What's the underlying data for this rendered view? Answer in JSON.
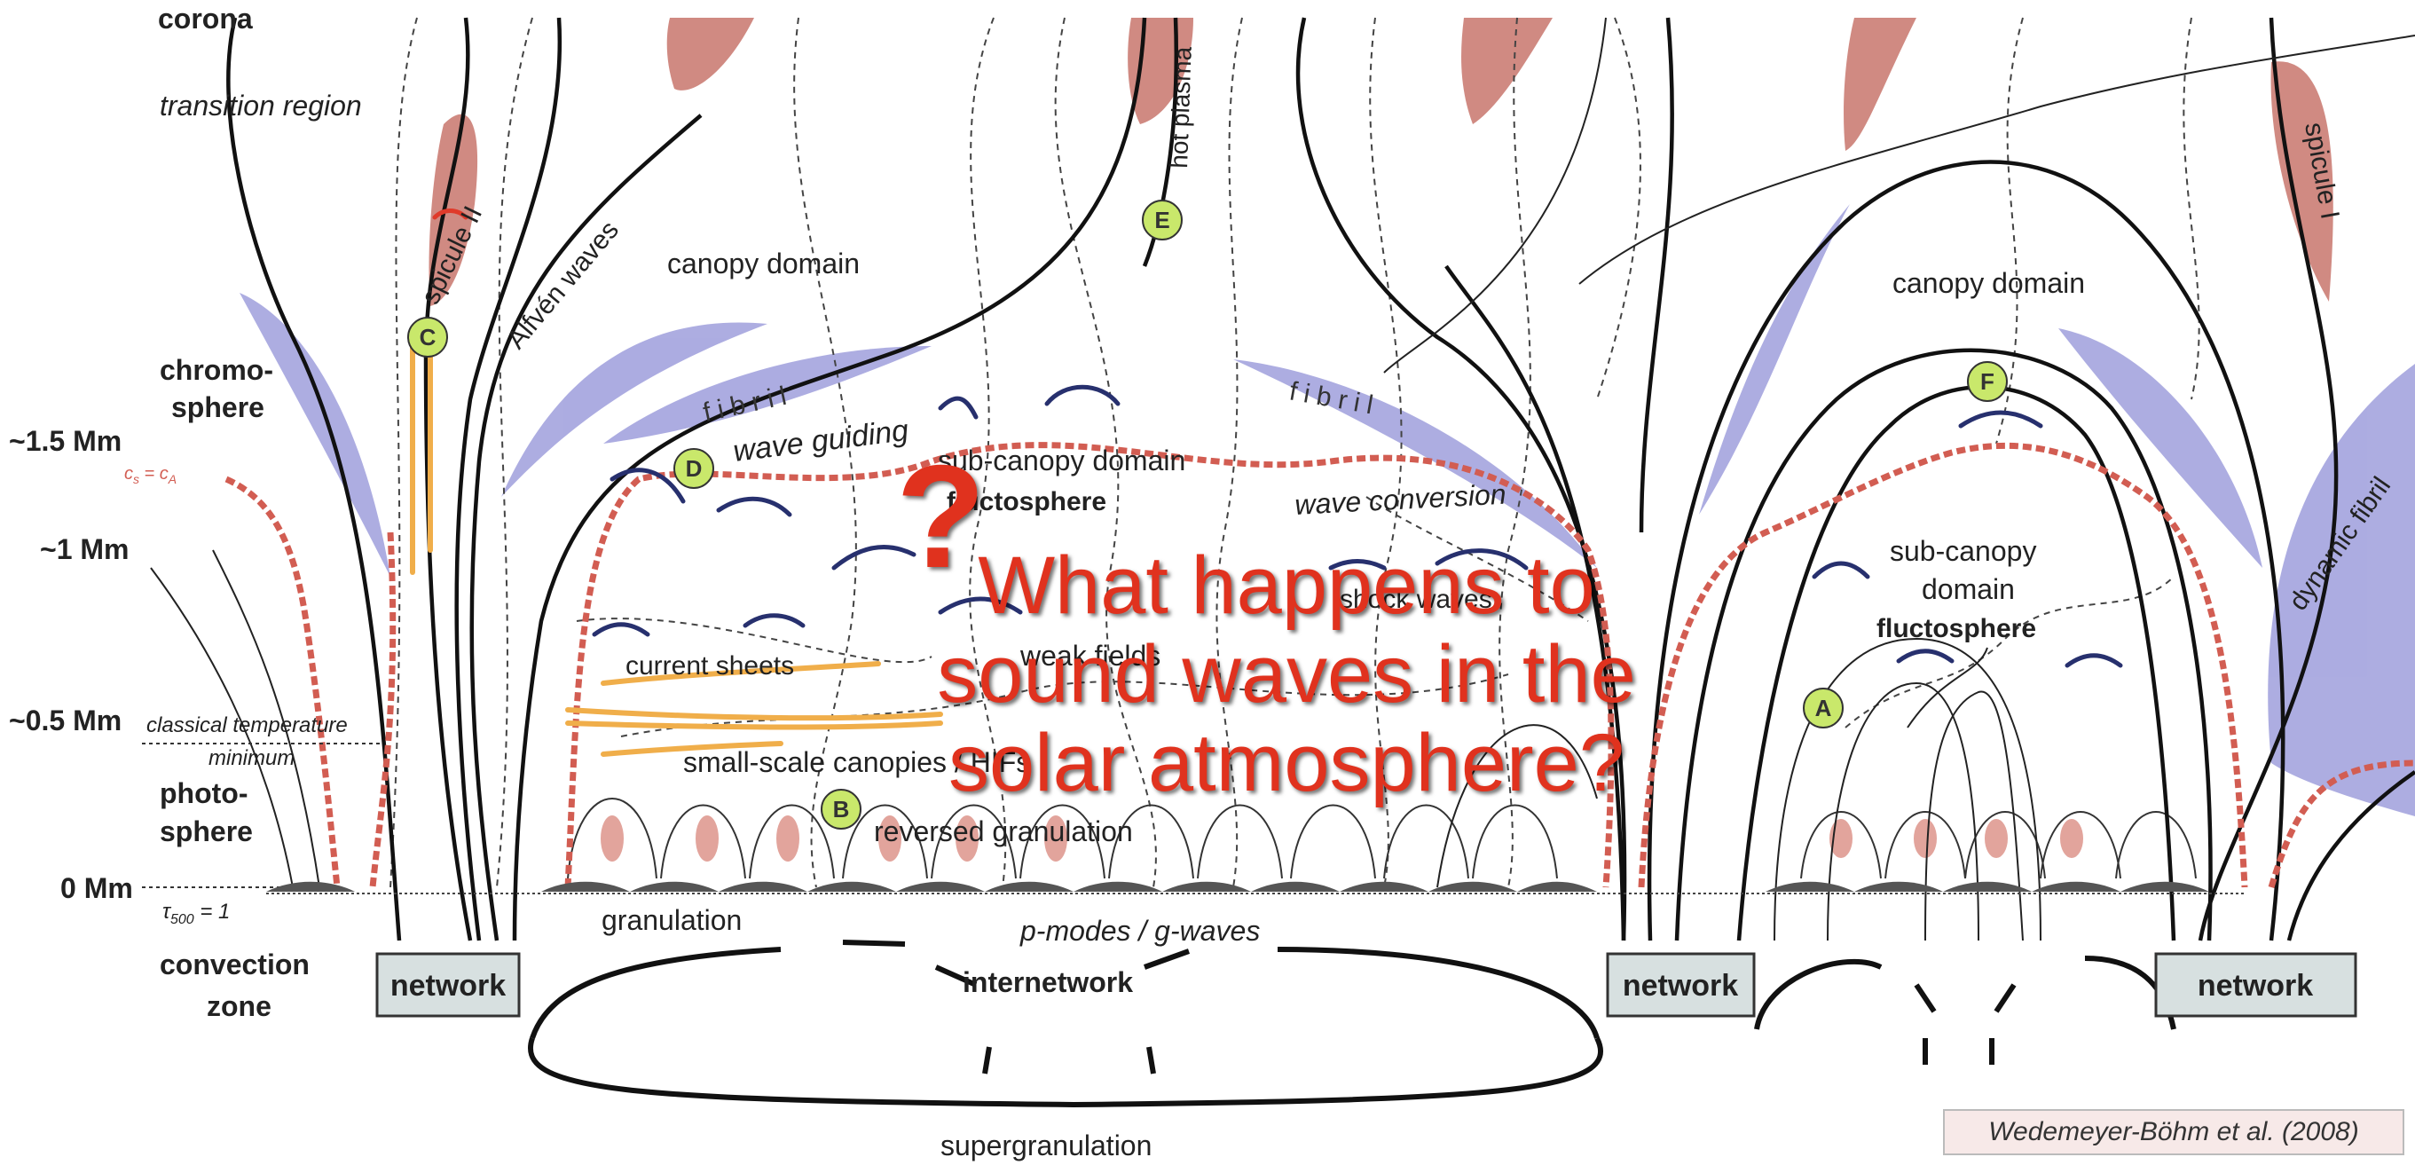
{
  "height_labels": {
    "h15": "~1.5 Mm",
    "h10": "~1 Mm",
    "h05": "~0.5 Mm",
    "h00": "0 Mm"
  },
  "layer_labels": {
    "corona": "corona",
    "transition_region": "transition region",
    "chromosphere_1": "chromo-",
    "chromosphere_2": "sphere",
    "cs_ca": "c",
    "classical_temp_1": "classical temperature",
    "classical_temp_2": "minimum",
    "photosphere_1": "photo-",
    "photosphere_2": "sphere",
    "tau": "τ",
    "convection_1": "convection",
    "convection_2": "zone"
  },
  "region_labels": {
    "spicule_ii": "spicule II",
    "alfven_waves": "Alfvén waves",
    "canopy_domain_left": "canopy domain",
    "canopy_domain_right": "canopy domain",
    "fibril_left": "fibril",
    "fibril_right": "fibril",
    "wave_guiding": "wave guiding",
    "sub_canopy_domain_left": "sub-canopy domain",
    "fluctosphere_left": "fluctosphere",
    "wave_conversion": "wave conversion",
    "shock_waves": "shock waves",
    "current_sheets": "current sheets",
    "weak_fields": "weak fields",
    "small_scale_canopies": "small-scale canopies / HIFs",
    "reversed_granulation": "reversed granulation",
    "granulation": "granulation",
    "p_modes": "p-modes / g-waves",
    "internetwork": "internetwork",
    "supergranulation": "supergranulation",
    "hot_plasma": "hot plasma",
    "spicule_i": "spicule I",
    "dynamic_fibril": "dynamic fibril",
    "sub_canopy_right_1": "sub-canopy",
    "sub_canopy_right_2": "domain",
    "fluctosphere_right": "fluctosphere"
  },
  "network_labels": {
    "left": "network",
    "middle": "network",
    "right": "network"
  },
  "markers": {
    "A": "A",
    "B": "B",
    "C": "C",
    "D": "D",
    "E": "E",
    "F": "F"
  },
  "overlay": {
    "question_mark": "?",
    "question_text": "What happens to sound waves in the solar atmosphere?"
  },
  "citation": "Wedemeyer-Böhm et al. (2008)",
  "colors": {
    "overlay_text": "#e0321e",
    "fibril_purple": "#9f9fdb",
    "spicule_red": "#d08a82",
    "cs_ca_line": "#d25d52",
    "current_sheet": "#f2b14a",
    "wave_arc": "#27306e",
    "marker_fill": "#c9e86b",
    "network_box": "#d7e0e0"
  }
}
